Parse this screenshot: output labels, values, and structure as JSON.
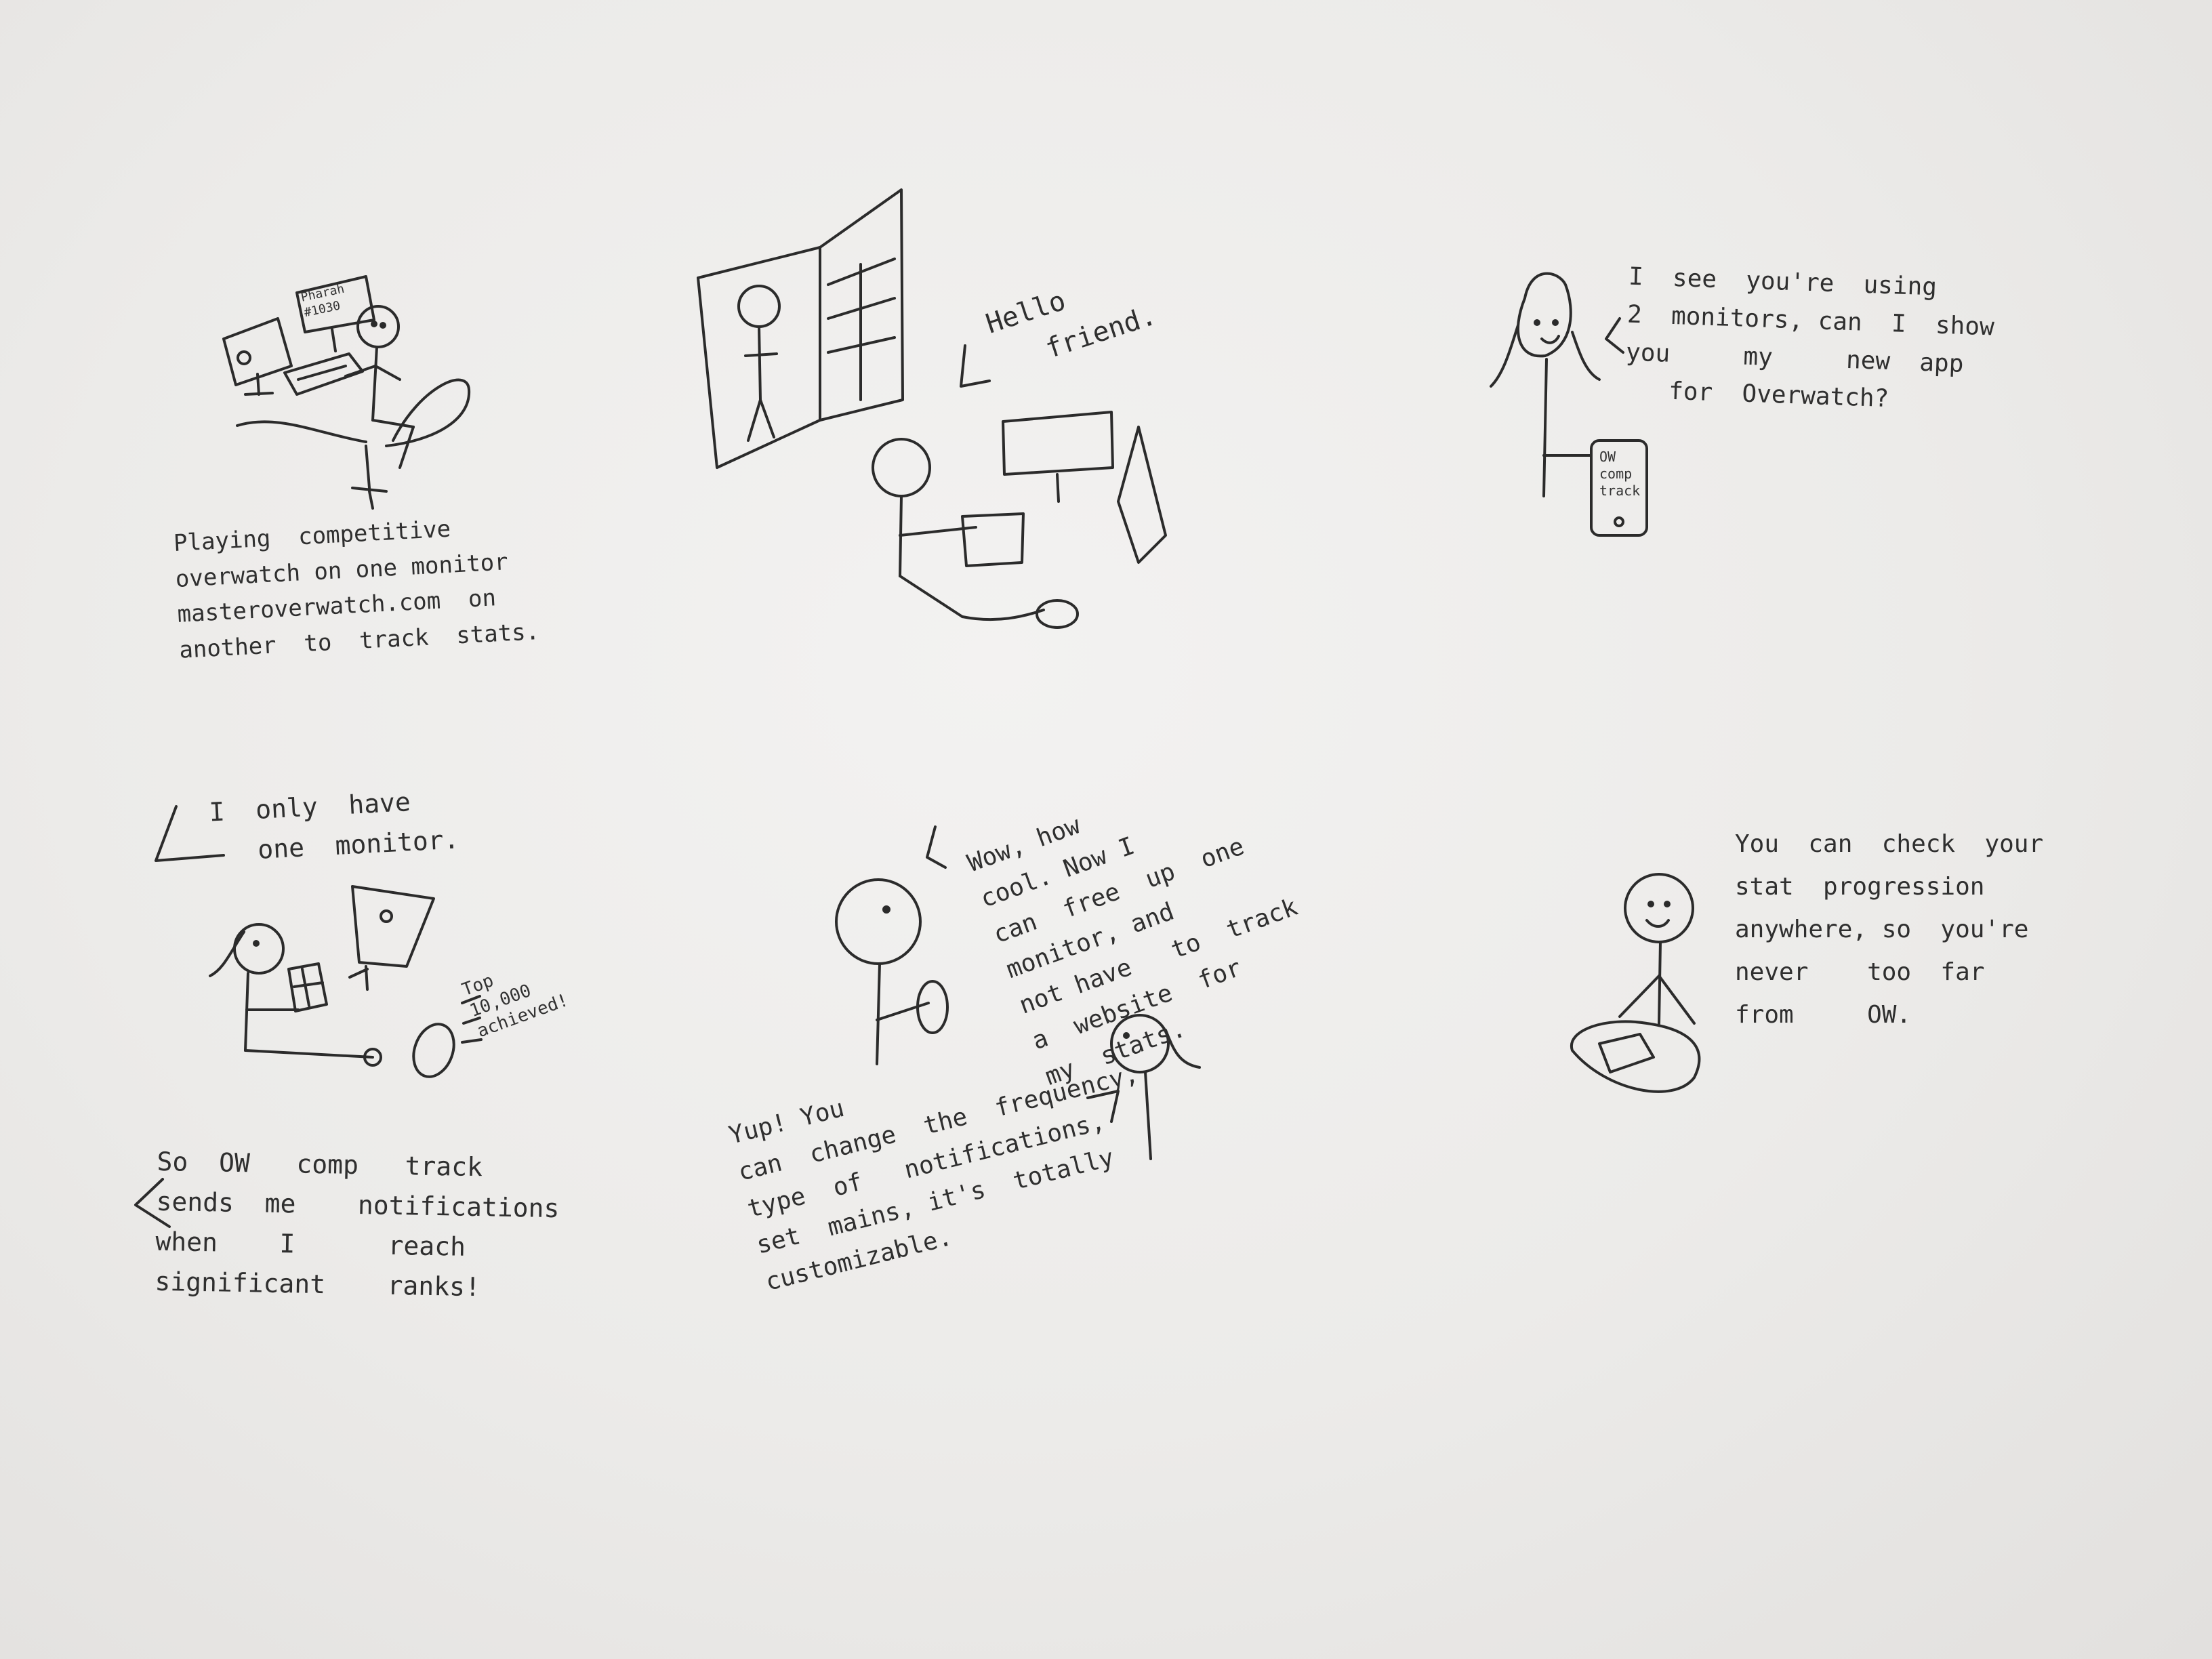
{
  "panels": [
    {
      "caption": "Playing  competitive\noverwatch on one monitor\nmasteroverwatch.com  on\nanother  to  track  stats.",
      "monitor_label": "Pharah\n#1030"
    },
    {
      "speech": "Hello\n   friend."
    },
    {
      "speech": "I  see  you're  using\n2  monitors, can  I  show\nyou     my     new  app\n   for  Overwatch?",
      "phone_label": "OW\ncomp\ntrack"
    },
    {
      "speech": "I  only  have\n   one  monitor.",
      "achievement": "Top\n10,000\nachieved!",
      "caption": "So  OW   comp   track\nsends  me    notifications\nwhen    I      reach\nsignificant    ranks!"
    },
    {
      "speech": "Wow, how\ncool. Now I\ncan  free  up  one\nmonitor, and\nnot have   to  track\na  website  for\nmy  stats.",
      "reply": "Yup! You\ncan  change  the  frequency,\ntype  of   notifications,\nset  mains, it's  totally\ncustomizable."
    },
    {
      "speech": "You  can  check  your\nstat  progression\nanywhere, so  you're\nnever    too  far\nfrom     OW."
    }
  ]
}
